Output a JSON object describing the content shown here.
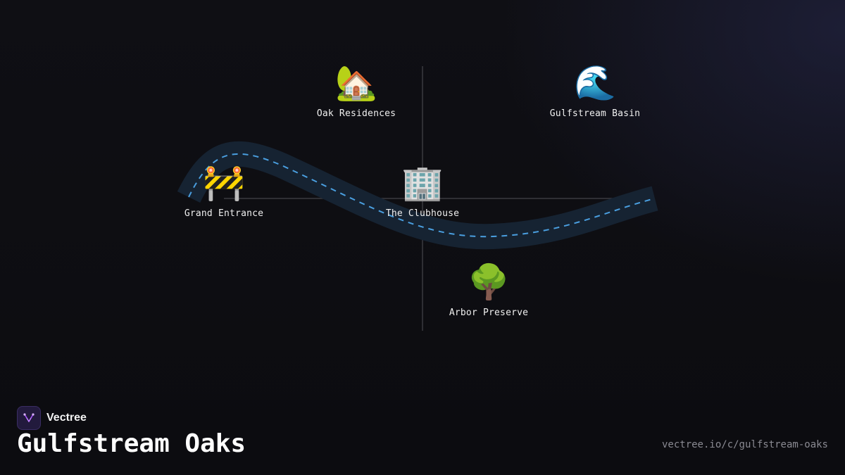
{
  "brand": {
    "name": "Vectree",
    "logo_icon": "vectree-logo-icon",
    "accent_color": "#a64dff"
  },
  "page": {
    "title": "Gulfstream Oaks",
    "url": "vectree.io/c/gulfstream-oaks"
  },
  "map": {
    "road_color": "#162332",
    "road_dash_color": "#4a9fe0",
    "axis_color": "#3a3a40",
    "points": [
      {
        "id": "oak-residences",
        "label": "Oak Residences",
        "icon": "🏡",
        "icon_name": "house-with-garden-icon"
      },
      {
        "id": "gulfstream-basin",
        "label": "Gulfstream Basin",
        "icon": "🌊",
        "icon_name": "water-wave-icon"
      },
      {
        "id": "grand-entrance",
        "label": "Grand Entrance",
        "icon": "🚧",
        "icon_name": "construction-barrier-icon"
      },
      {
        "id": "the-clubhouse",
        "label": "The Clubhouse",
        "icon": "🏢",
        "icon_name": "office-building-icon"
      },
      {
        "id": "arbor-preserve",
        "label": "Arbor Preserve",
        "icon": "🌳",
        "icon_name": "deciduous-tree-icon"
      }
    ]
  }
}
